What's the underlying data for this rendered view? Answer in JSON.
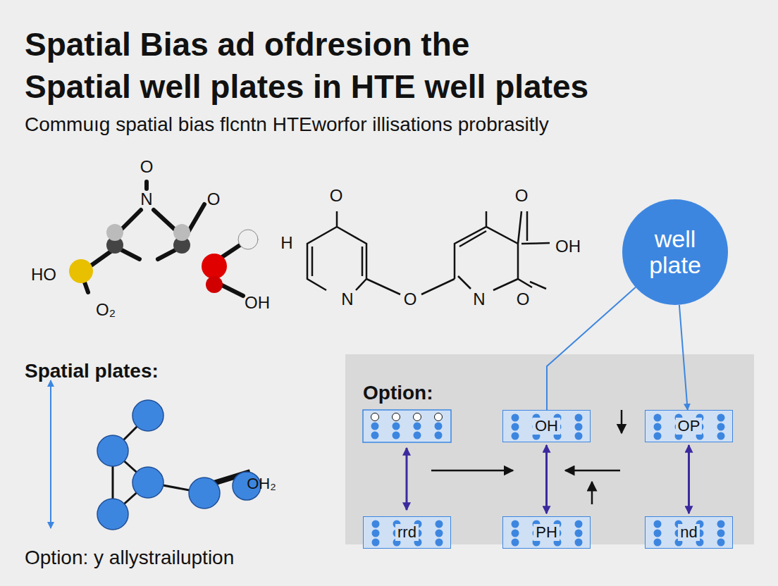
{
  "diagram": {
    "title": "Spatial Bias ad ofdresion the",
    "nodes": [
      {
        "text": [
          "well plate"
        ]
      },
      {
        "text": [
          "Option:"
        ]
      },
      {
        "text": [
          "OH"
        ],
        "in": 1
      },
      {
        "text": [
          "OP"
        ],
        "in": 1
      },
      {
        "text": [
          "rrd"
        ],
        "in": 1
      },
      {
        "text": [
          "PH"
        ],
        "in": 1
      },
      {
        "text": [
          "nd"
        ],
        "in": 1
      }
    ],
    "edges": [
      {
        "from": 0,
        "to": 2,
        "arrow": "none"
      },
      {
        "from": 0,
        "to": 3,
        "arrow": "to"
      },
      {
        "from": 2,
        "to": 5,
        "arrow": "both"
      },
      {
        "from": 3,
        "to": 6,
        "arrow": "both"
      }
    ],
    "labels": [
      "Spatial  well plates in HTE well plates",
      "Commuıg spatial bias flcntn HTEworfor illisations probrasitly",
      "O",
      "N",
      "O",
      "HO",
      "O₂",
      "H",
      "OH",
      "O",
      "O",
      "OH",
      "N",
      "O",
      "N",
      "O",
      "Spatial plates:",
      "OH₂",
      "Option: y allystrailuption"
    ]
  }
}
